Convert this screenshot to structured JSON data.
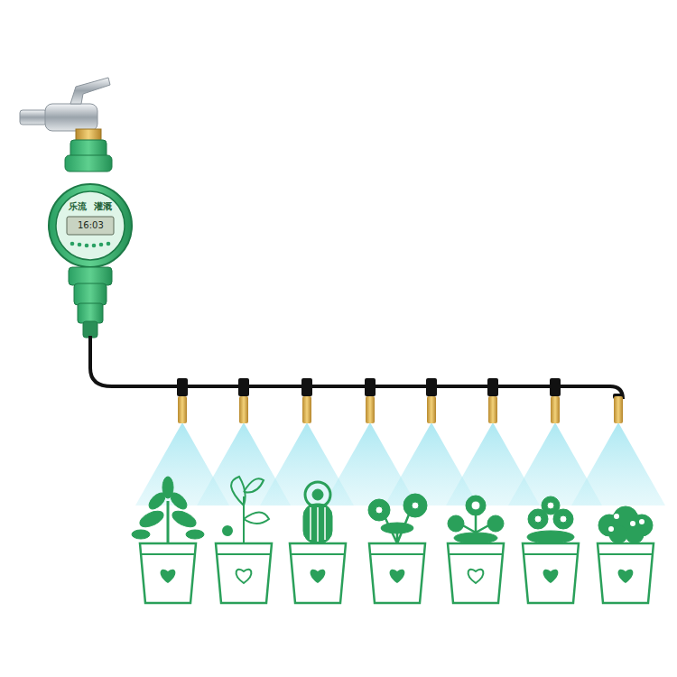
{
  "diagram": {
    "labels": [
      "乐流",
      "灌溉",
      "16:03"
    ]
  }
}
